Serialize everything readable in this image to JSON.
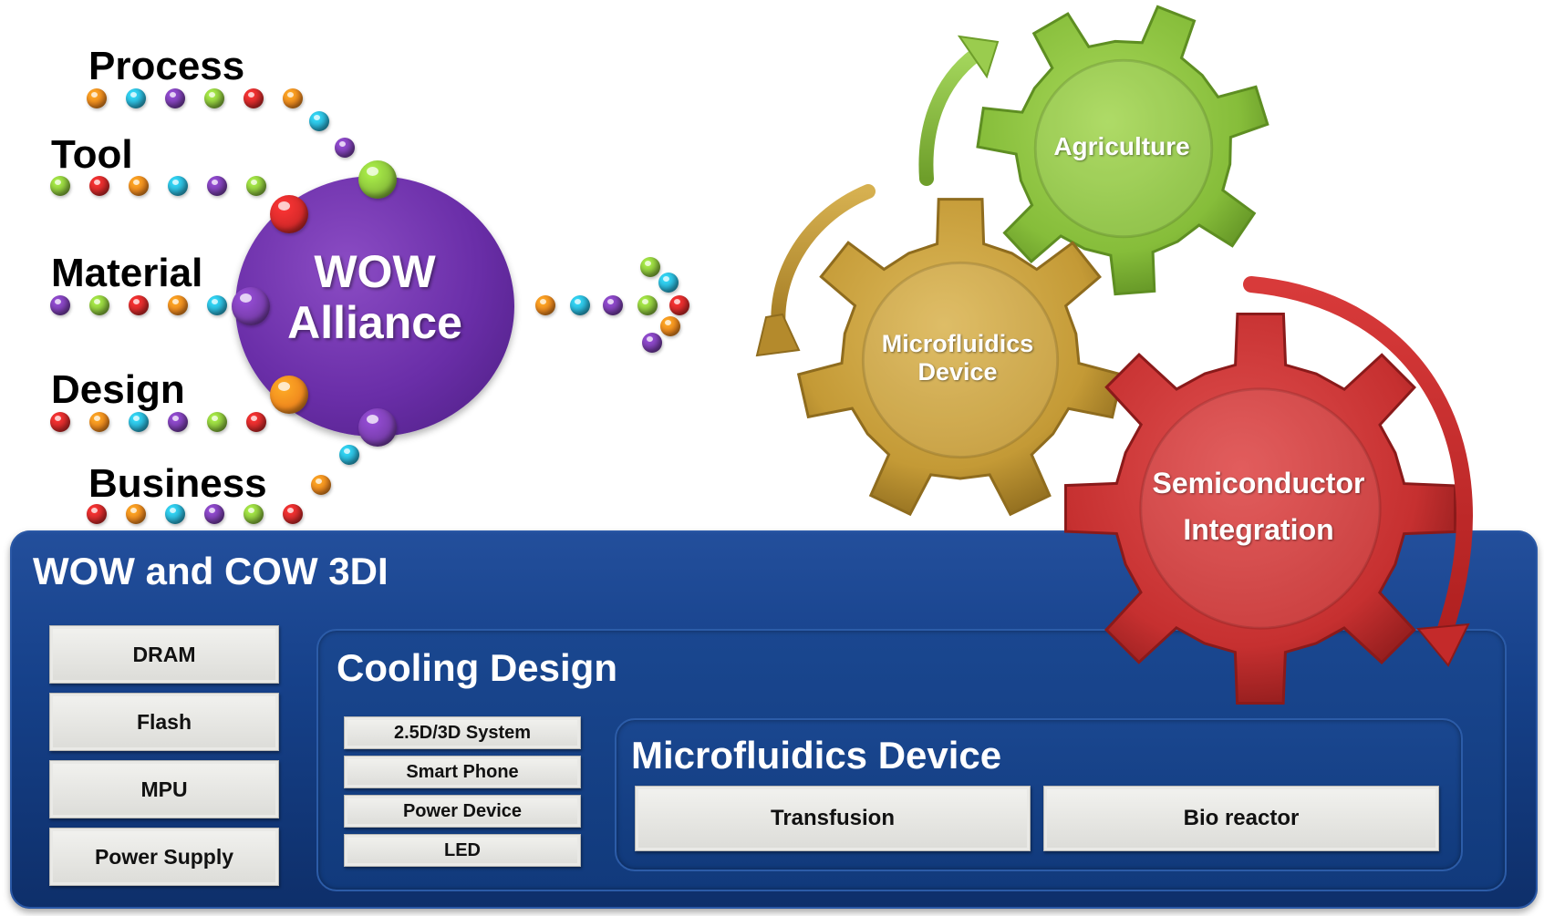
{
  "alliance": {
    "categories": [
      "Process",
      "Tool",
      "Material",
      "Design",
      "Business"
    ],
    "circle_title_line1": "WOW",
    "circle_title_line2": "Alliance"
  },
  "gears": {
    "agriculture": "Agriculture",
    "microfluidics_line1": "Microfluidics",
    "microfluidics_line2": "Device",
    "semiconductor_line1": "Semiconductor",
    "semiconductor_line2": "Integration"
  },
  "main_panel": {
    "title": "WOW and COW 3DI",
    "left_items": [
      "DRAM",
      "Flash",
      "MPU",
      "Power Supply"
    ],
    "cooling": {
      "title": "Cooling Design",
      "items": [
        "2.5D/3D System",
        "Smart Phone",
        "Power Device",
        "LED"
      ],
      "microfluidics": {
        "title": "Microfluidics Device",
        "items": [
          "Transfusion",
          "Bio reactor"
        ]
      }
    }
  },
  "colors": {
    "bead_orange": "#f08a1e",
    "bead_teal": "#2ab4d6",
    "bead_purple": "#7b3fb0",
    "bead_green": "#8cc43c",
    "bead_red": "#d62a2a",
    "gear_green": "#8cc43c",
    "gear_gold": "#c9a23a",
    "gear_red": "#c83232",
    "panel_blue": "#16418a",
    "alliance_purple": "#6a2ea8"
  }
}
